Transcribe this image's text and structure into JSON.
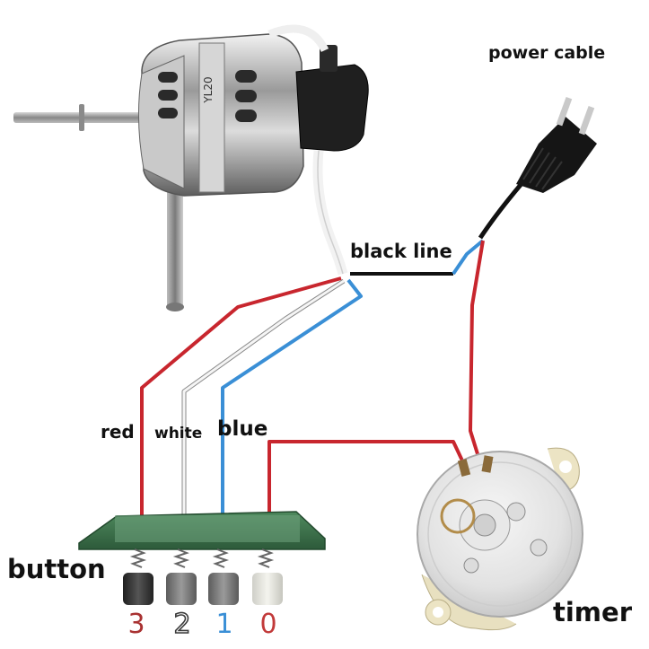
{
  "labels": {
    "power_cable": "power cable",
    "black_line": "black line",
    "red": "red",
    "white": "white",
    "blue": "blue",
    "button": "button",
    "timer": "timer",
    "motor_marking": "YL20"
  },
  "button_numbers": [
    "3",
    "2",
    "1",
    "0"
  ],
  "colors": {
    "red_wire": "#c8262e",
    "white_wire": "#e8e8e8",
    "blue_wire": "#3a8fd6",
    "black_wire": "#111111",
    "num_3": "#a93232",
    "num_2": "#3a3a3a",
    "num_1": "#3a8fd6",
    "num_0": "#c23a3a"
  }
}
